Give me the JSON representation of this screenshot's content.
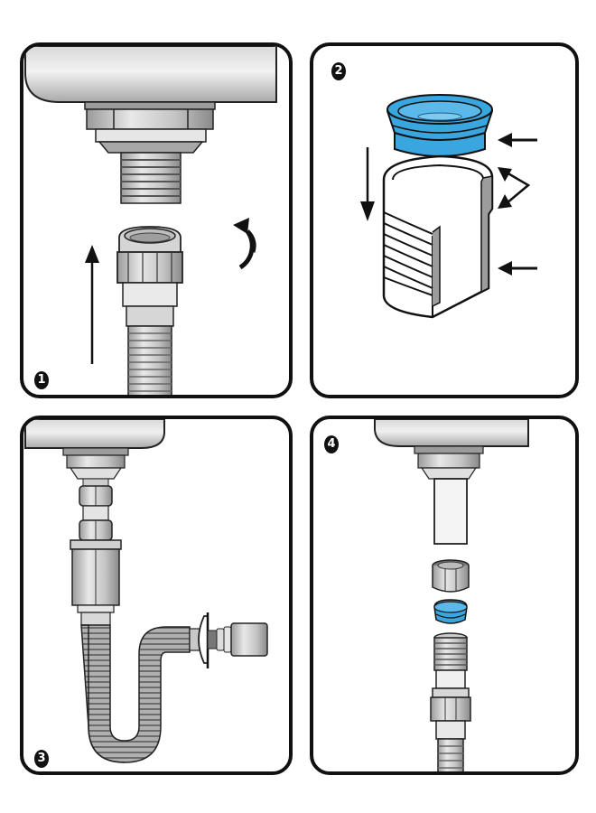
{
  "diagram": {
    "type": "installation-instructions",
    "layout": "2x2 grid of rounded panels",
    "colors": {
      "outline": "#111111",
      "metal_light": "#e4e4e4",
      "metal_mid": "#b9b9b9",
      "metal_dark": "#8c8c8c",
      "gasket_blue": "#3aa6e0",
      "gasket_blue_dark": "#1f7fb8",
      "background": "#ffffff"
    },
    "panels": [
      {
        "step": "1",
        "description": "Screw the flexible hose nut up onto the threaded sink drain outlet",
        "elements": [
          "sink-basin",
          "drain-nut",
          "threaded-outlet",
          "hose-coupling-nut",
          "flexible-hose",
          "up-arrow",
          "rotate-arrow"
        ]
      },
      {
        "step": "2",
        "description": "Place the blue rubber gasket onto the threaded connector",
        "elements": [
          "blue-gasket",
          "threaded-connector-cutaway",
          "down-arrow",
          "pointer-arrows"
        ]
      },
      {
        "step": "3",
        "description": "Assembled siphon trap with flexible corrugated hose connected to wall outlet",
        "elements": [
          "sink-basin",
          "drain-nut",
          "coupling-nuts",
          "trap-body",
          "corrugated-hose-u-bend",
          "wall-flange",
          "outlet-pipe"
        ]
      },
      {
        "step": "4",
        "description": "Exploded view: drain pipe, nut, blue gasket, threaded hose connector",
        "elements": [
          "sink-basin",
          "drain-pipe",
          "coupling-nut",
          "blue-gasket",
          "threaded-hose-connector",
          "flexible-hose"
        ]
      }
    ]
  }
}
